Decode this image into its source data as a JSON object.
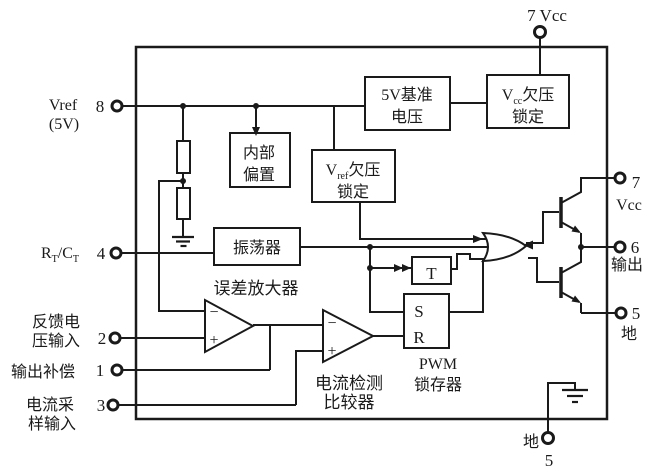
{
  "colors": {
    "line": "#1a1a1a",
    "background": "#ffffff"
  },
  "pin_top": {
    "label": "7 Vcc"
  },
  "pins_left": {
    "vref": {
      "line1": "Vref",
      "line2": "(5V)",
      "number": "8"
    },
    "rtct": {
      "r": "R",
      "r_sub": "T",
      "slash_c": "/C",
      "c_sub": "T",
      "number": "4"
    },
    "feedback": {
      "line1": "反馈电",
      "line2": "压输入",
      "number": "2"
    },
    "compensation": {
      "line1": "输出补偿",
      "number": "1"
    },
    "current_sample": {
      "line1": "电流采",
      "line2": "样输入",
      "number": "3"
    }
  },
  "pins_right": {
    "vcc": {
      "number": "7",
      "label": "Vcc"
    },
    "output": {
      "number": "6",
      "label": "输出"
    },
    "ground": {
      "number": "5",
      "label": "地"
    }
  },
  "pin_bottom": {
    "label": "地",
    "number": "5"
  },
  "blocks": {
    "internal_bias": {
      "line1": "内部",
      "line2": "偏置"
    },
    "reference_5v": {
      "line1": "5V基准",
      "line2": "电压"
    },
    "vcc_uvlo": {
      "prefix": "V",
      "sub": "cc",
      "suffix": "欠压",
      "line2": "锁定"
    },
    "vref_uvlo": {
      "prefix": "V",
      "sub": "ref",
      "suffix": "欠压",
      "line2": "锁定"
    },
    "oscillator": {
      "label": "振荡器"
    },
    "toggle": {
      "label": "T"
    },
    "sr_latch": {
      "s": "S",
      "r": "R"
    },
    "pwm_latch_caption": {
      "line1": "PWM",
      "line2": "锁存器"
    }
  },
  "amplifiers": {
    "error_amp": {
      "caption": "误差放大器",
      "minus": "−",
      "plus": "+"
    },
    "current_comparator": {
      "caption_line1": "电流检测",
      "caption_line2": "比较器",
      "minus": "−",
      "plus": "+"
    }
  }
}
